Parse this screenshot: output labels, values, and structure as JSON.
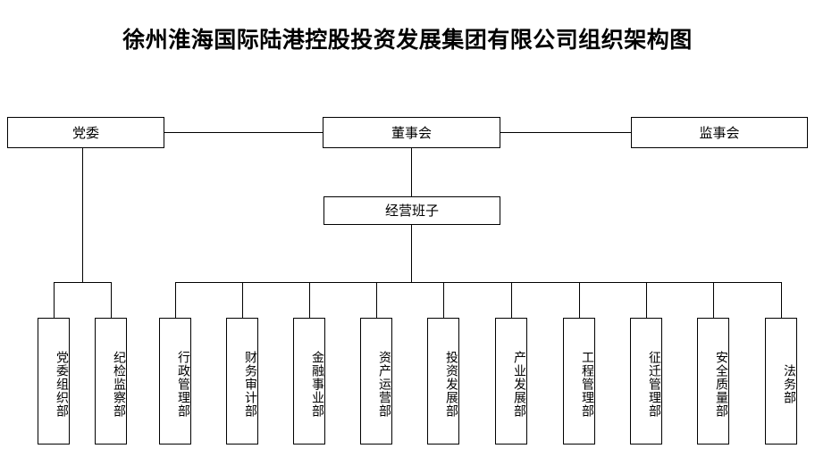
{
  "title": "徐州淮海国际陆港控股投资发展集团有限公司组织架构图",
  "chart_data": {
    "type": "diagram",
    "diagram_kind": "organizational-chart",
    "title": "徐州淮海国际陆港控股投资发展集团有限公司组织架构图",
    "orientation": "top-down",
    "levels": [
      {
        "level": 1,
        "nodes": [
          "党委",
          "董事会",
          "监事会"
        ]
      },
      {
        "level": 2,
        "nodes": [
          "经营班子"
        ]
      },
      {
        "level": 3,
        "nodes": [
          "党委组织部",
          "纪检监察部",
          "行政管理部",
          "财务审计部",
          "金融事业部",
          "资产运营部",
          "投资发展部",
          "产业发展部",
          "工程管理部",
          "征迁管理部",
          "安全质量部",
          "法务部"
        ]
      }
    ],
    "edges": [
      {
        "from": "党委",
        "to": "董事会",
        "style": "horizontal-link"
      },
      {
        "from": "董事会",
        "to": "监事会",
        "style": "horizontal-link"
      },
      {
        "from": "董事会",
        "to": "经营班子",
        "style": "vertical-link"
      },
      {
        "from": "党委",
        "to": "党委组织部"
      },
      {
        "from": "党委",
        "to": "纪检监察部"
      },
      {
        "from": "经营班子",
        "to": "行政管理部"
      },
      {
        "from": "经营班子",
        "to": "财务审计部"
      },
      {
        "from": "经营班子",
        "to": "金融事业部"
      },
      {
        "from": "经营班子",
        "to": "资产运营部"
      },
      {
        "from": "经营班子",
        "to": "投资发展部"
      },
      {
        "from": "经营班子",
        "to": "产业发展部"
      },
      {
        "from": "经营班子",
        "to": "工程管理部"
      },
      {
        "from": "经营班子",
        "to": "征迁管理部"
      },
      {
        "from": "经营班子",
        "to": "安全质量部"
      },
      {
        "from": "经营班子",
        "to": "法务部"
      }
    ],
    "colors": {
      "background": "#ffffff",
      "box_fill": "#ffffff",
      "box_border": "#000000",
      "text": "#000000",
      "connector": "#000000"
    }
  },
  "top_row": {
    "party_committee": "党委",
    "board_of_directors": "董事会",
    "board_of_supervisors": "监事会"
  },
  "second_row": {
    "management_team": "经营班子"
  },
  "departments": [
    {
      "label": "党委组织部",
      "parent": "党委"
    },
    {
      "label": "纪检监察部",
      "parent": "党委"
    },
    {
      "label": "行政管理部",
      "parent": "经营班子"
    },
    {
      "label": "财务审计部",
      "parent": "经营班子"
    },
    {
      "label": "金融事业部",
      "parent": "经营班子"
    },
    {
      "label": "资产运营部",
      "parent": "经营班子"
    },
    {
      "label": "投资发展部",
      "parent": "经营班子"
    },
    {
      "label": "产业发展部",
      "parent": "经营班子"
    },
    {
      "label": "工程管理部",
      "parent": "经营班子"
    },
    {
      "label": "征迁管理部",
      "parent": "经营班子"
    },
    {
      "label": "安全质量部",
      "parent": "经营班子"
    },
    {
      "label": "法务部",
      "parent": "经营班子"
    }
  ]
}
